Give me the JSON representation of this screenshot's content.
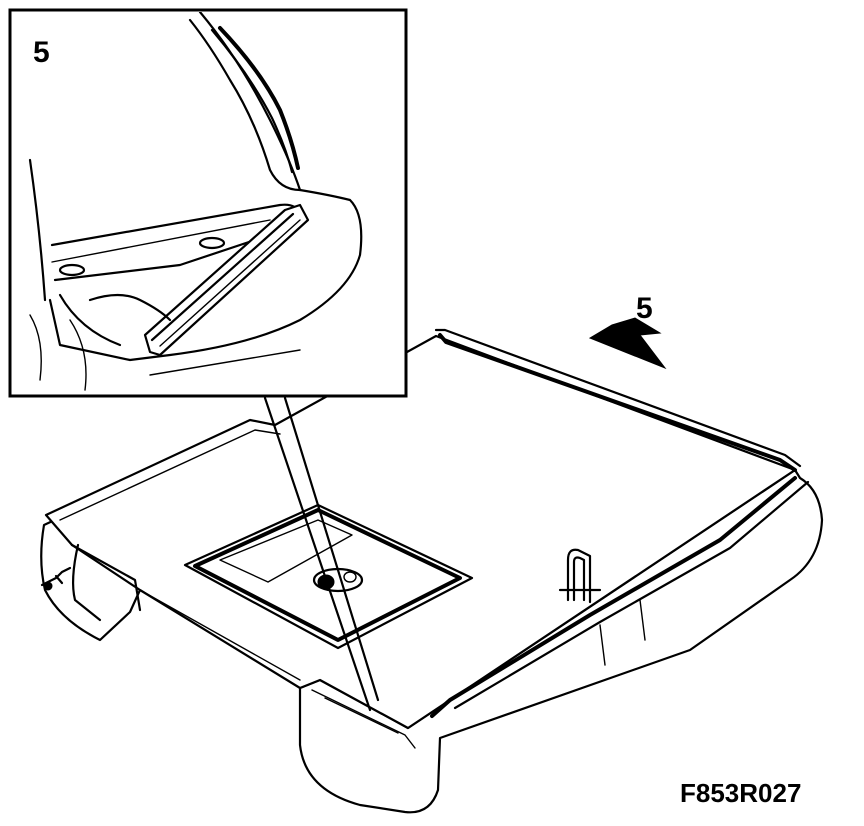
{
  "detail_inset": {
    "callout_number": "5"
  },
  "main_view": {
    "callout_number": "5"
  },
  "figure_code": "F853R027"
}
